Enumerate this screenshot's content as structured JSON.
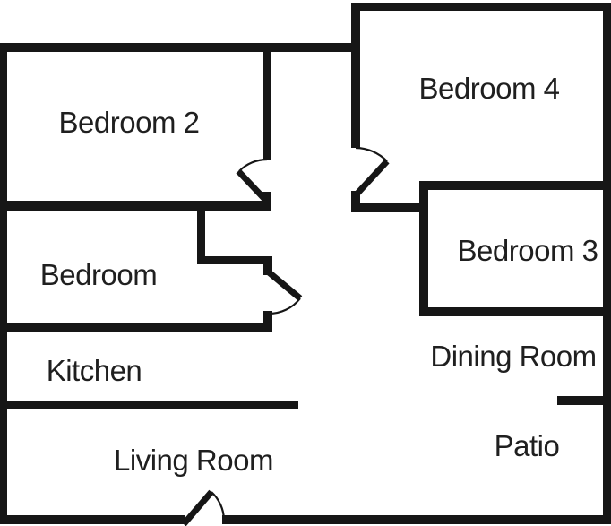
{
  "floorplan": {
    "colors": {
      "wall": "#161616",
      "text": "#1f1f1f",
      "background": "#ffffff"
    },
    "rooms": {
      "bedroom2": {
        "label": "Bedroom 2"
      },
      "bedroom4": {
        "label": "Bedroom 4"
      },
      "bedroom": {
        "label": "Bedroom"
      },
      "bedroom3": {
        "label": "Bedroom 3"
      },
      "kitchen": {
        "label": "Kitchen"
      },
      "dining_room": {
        "label": "Dining Room"
      },
      "living_room": {
        "label": "Living Room"
      },
      "patio": {
        "label": "Patio"
      }
    }
  }
}
